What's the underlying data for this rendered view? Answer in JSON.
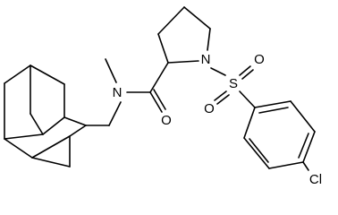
{
  "molecule": {
    "atoms": {
      "n_amide": "N",
      "n_ring": "N",
      "s_sulfonyl": "S",
      "o_sulfonyl_top": "O",
      "o_sulfonyl_bottom": "O",
      "o_carbonyl": "O",
      "cl": "Cl"
    }
  }
}
